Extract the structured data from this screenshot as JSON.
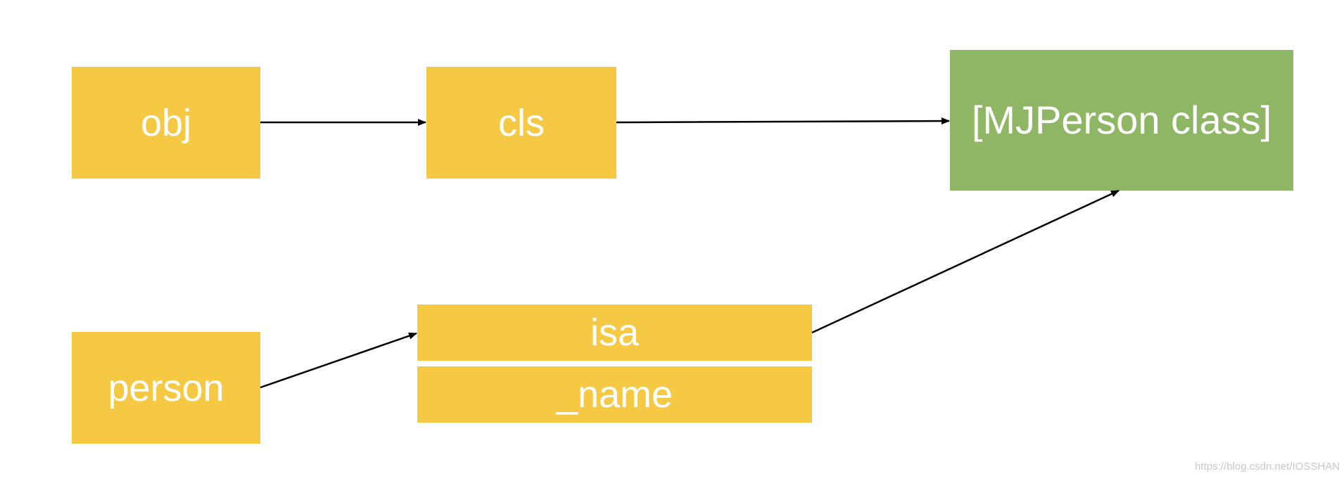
{
  "nodes": {
    "obj": {
      "label": "obj"
    },
    "cls": {
      "label": "cls"
    },
    "class_object": {
      "label": "[MJPerson class]"
    },
    "person": {
      "label": "person"
    },
    "isa": {
      "label": "isa"
    },
    "name": {
      "label": "_name"
    }
  },
  "edges": [
    {
      "from": "obj",
      "to": "cls"
    },
    {
      "from": "cls",
      "to": "class_object"
    },
    {
      "from": "person",
      "to": "isa"
    },
    {
      "from": "isa",
      "to": "class_object"
    }
  ],
  "colors": {
    "yellow_box": "#f6c945",
    "green_box": "#8fb665",
    "text": "#ffffff",
    "arrow": "#000000"
  },
  "watermark": "https://blog.csdn.net/IOSSHAN"
}
